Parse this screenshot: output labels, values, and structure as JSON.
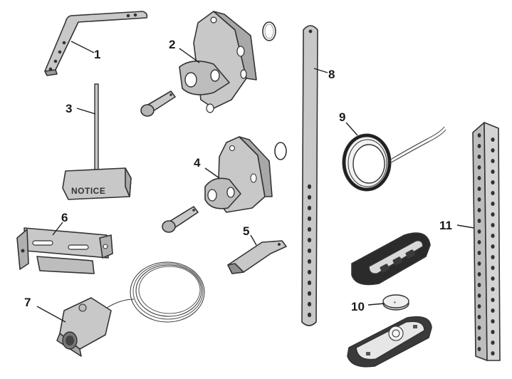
{
  "labels": {
    "p1": "1",
    "p2": "2",
    "p3": "3",
    "p4": "4",
    "p5": "5",
    "p6": "6",
    "p7": "7",
    "p8": "8",
    "p9": "9",
    "p10": "10",
    "p11": "11"
  },
  "notice_text": "NOTICE",
  "colors": {
    "part_fill": "#c8c8c8",
    "part_dark": "#8a8a8a",
    "outline": "#333333",
    "background": "#ffffff"
  }
}
